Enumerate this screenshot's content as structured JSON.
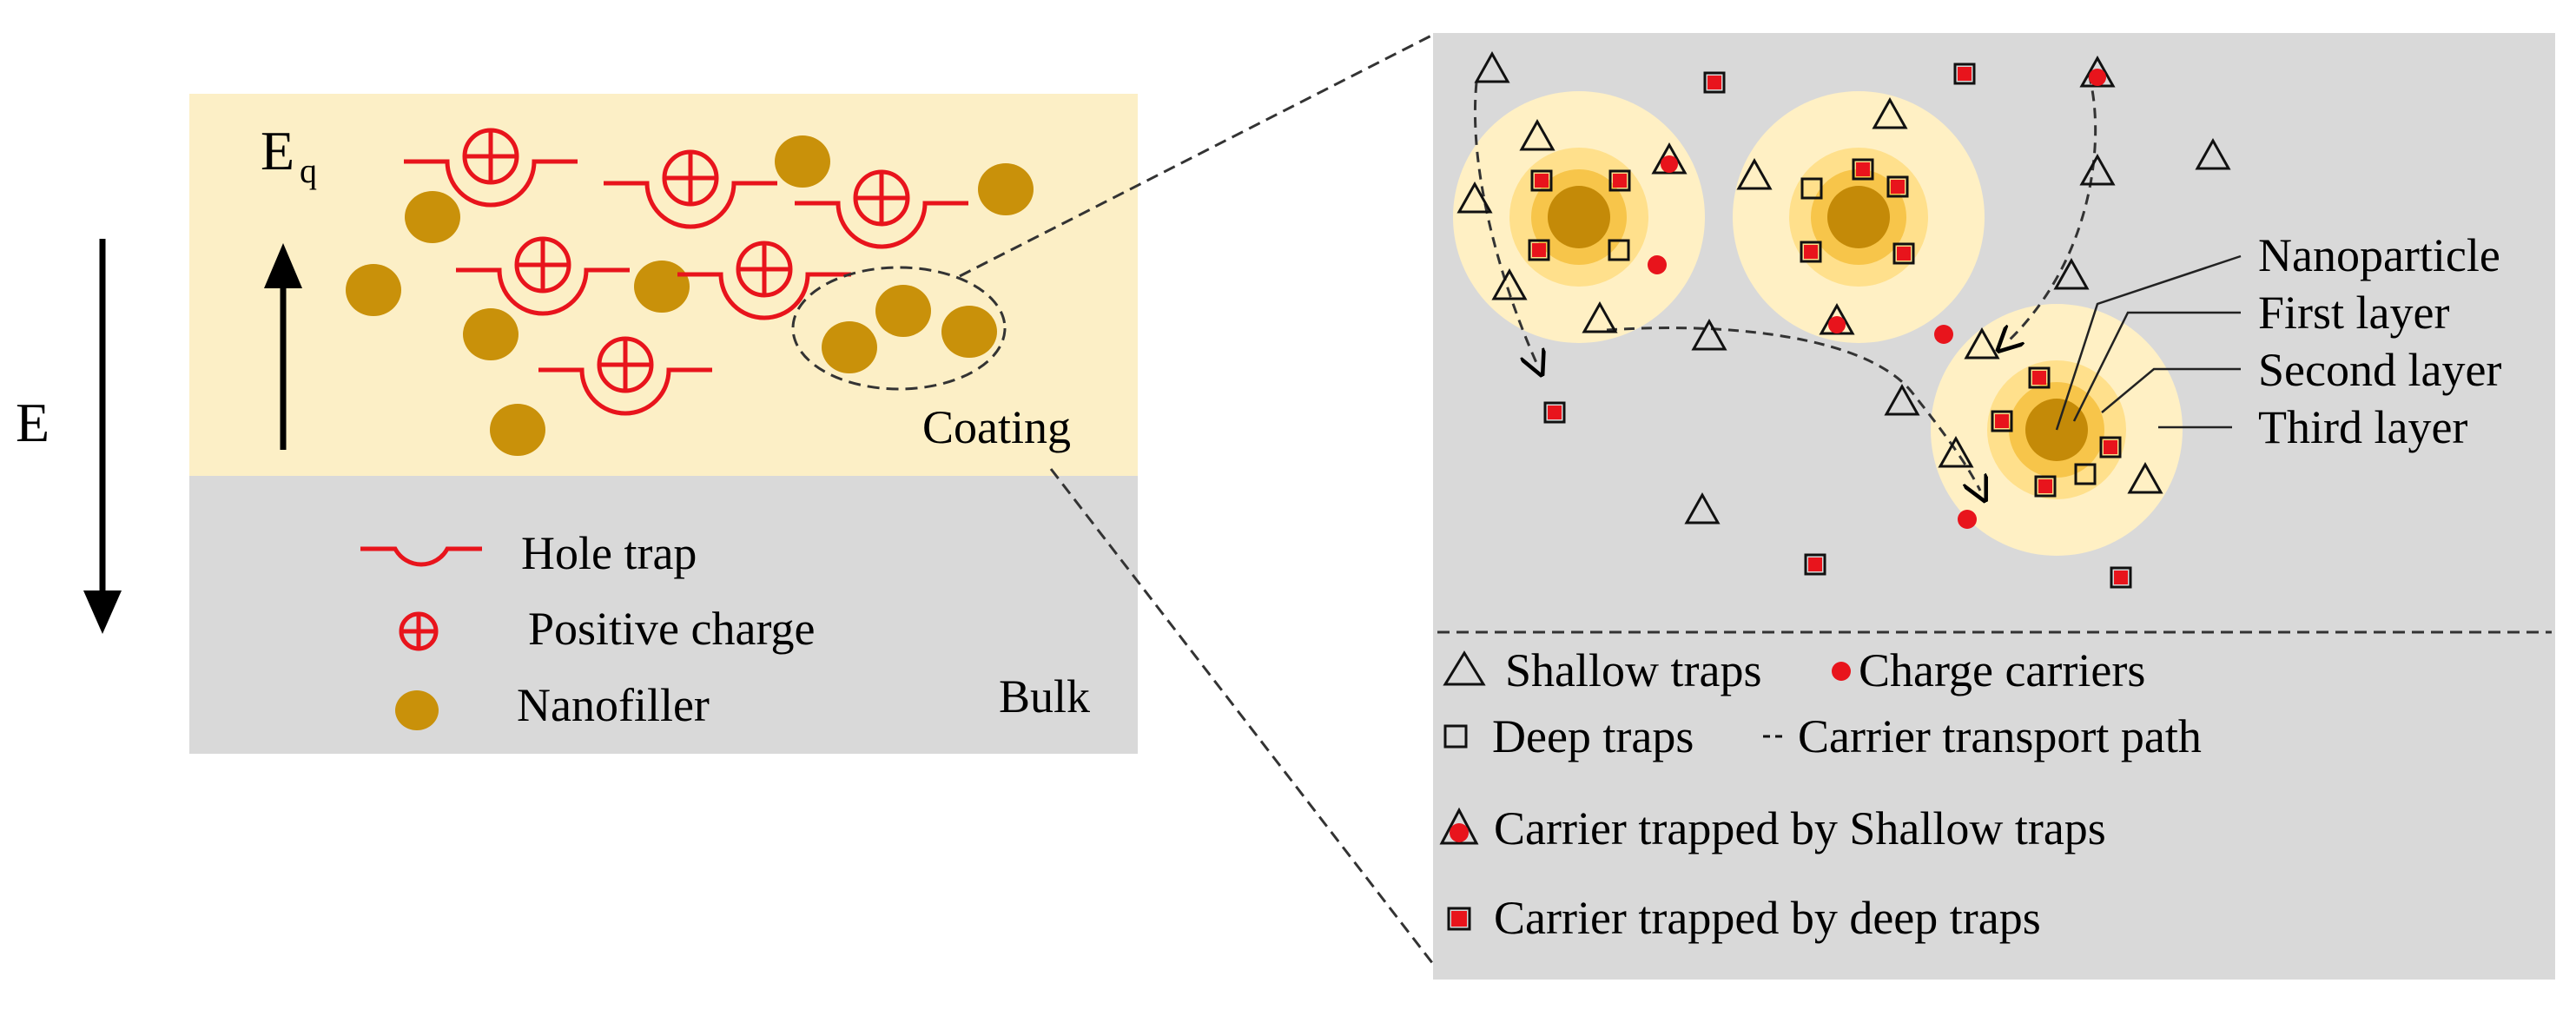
{
  "left_panel": {
    "field_label_main": "E",
    "field_label_local": "E",
    "field_label_local_sub": "q",
    "coating_label": "Coating",
    "bulk_label": "Bulk",
    "legend": {
      "hole_trap": "Hole trap",
      "positive_charge": "Positive charge",
      "nanofiller": "Nanofiller"
    }
  },
  "right_panel": {
    "layers": {
      "nanoparticle": "Nanoparticle",
      "first_layer": "First layer",
      "second_layer": "Second layer",
      "third_layer": "Third layer"
    },
    "legend": {
      "shallow_traps": "Shallow traps",
      "charge_carriers": "Charge carriers",
      "deep_traps": "Deep traps",
      "carrier_transport_path": "Carrier transport path",
      "trapped_shallow": "Carrier trapped by Shallow traps",
      "trapped_deep": "Carrier trapped by deep traps"
    }
  },
  "colors": {
    "coating_bg": "#fcefc6",
    "bulk_bg": "#d9d9d9",
    "nanofiller": "#c9910a",
    "hole_trap_red": "#e8141c",
    "third_layer": "#fff0c4",
    "second_layer": "#ffe08c",
    "first_layer": "#f7c54a",
    "nanoparticle": "#c48a08"
  }
}
